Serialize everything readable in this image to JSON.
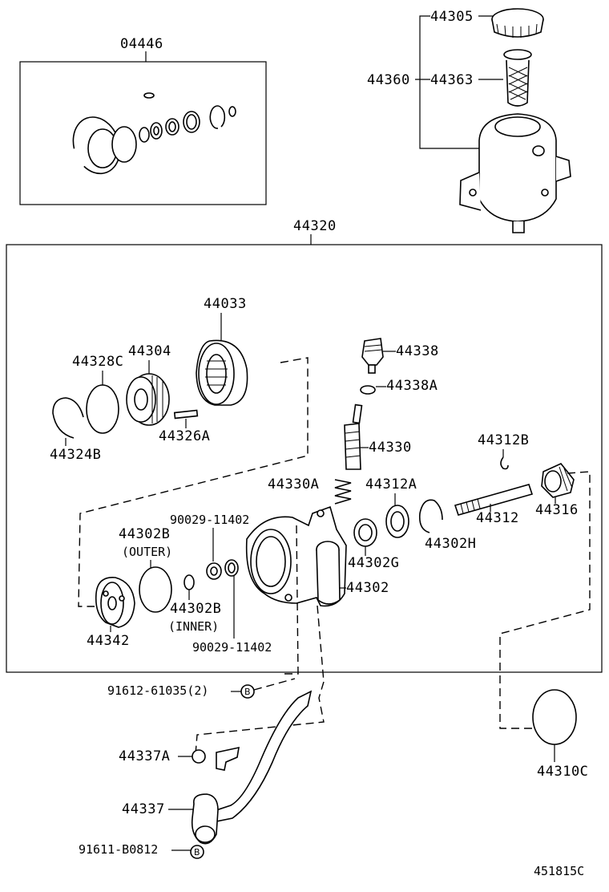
{
  "labels": {
    "p04446": "04446",
    "p44305": "44305",
    "p44360": "44360",
    "p44363": "44363",
    "p44320": "44320",
    "p44033": "44033",
    "p44304": "44304",
    "p44328C": "44328C",
    "p44338": "44338",
    "p44338A": "44338A",
    "p44326A": "44326A",
    "p44324B": "44324B",
    "p44330": "44330",
    "p44312B": "44312B",
    "p44330A": "44330A",
    "p44312A": "44312A",
    "p44312": "44312",
    "p44316": "44316",
    "p90029a": "90029-11402",
    "p44302Bouter": "44302B",
    "outer": "(OUTER)",
    "p44302G": "44302G",
    "p44302H": "44302H",
    "p44302": "44302",
    "p44302Binner": "44302B",
    "inner": "(INNER)",
    "p44342": "44342",
    "p90029b": "90029-11402",
    "p91612": "91612-61035(2)",
    "p44337A": "44337A",
    "p44310C": "44310C",
    "p44337": "44337",
    "p91611": "91611-B0812",
    "refB1": "B",
    "refB2": "B",
    "diagram_id": "451815C"
  }
}
